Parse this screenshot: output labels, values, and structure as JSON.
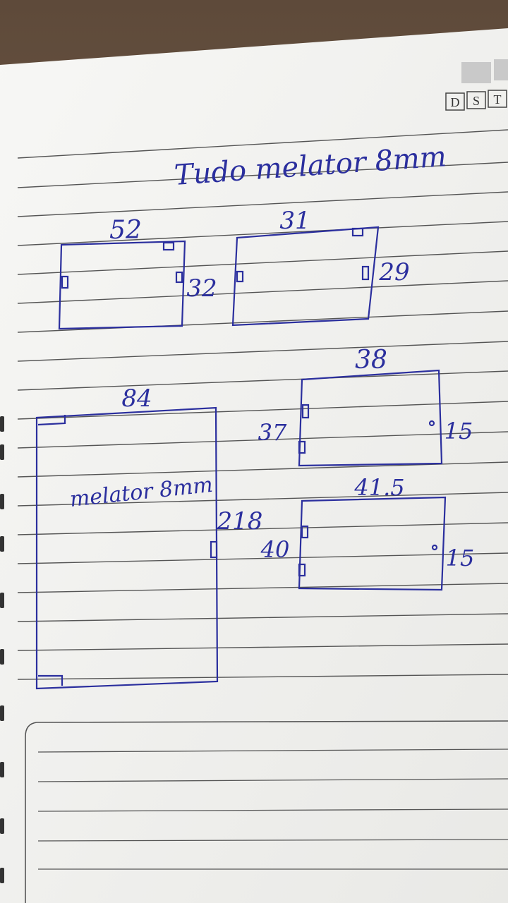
{
  "header_box": [
    "D",
    "S",
    "T"
  ],
  "title": "Tudo melator 8mm",
  "drawings": [
    {
      "width_label": "52",
      "height_label": "32"
    },
    {
      "width_label": "31",
      "height_label": "29"
    },
    {
      "width_label": "84",
      "height_label": "218",
      "inner_note": "melator 8mm"
    },
    {
      "width_label": "38",
      "left_label": "37",
      "height_label": "15"
    },
    {
      "width_label": "41.5",
      "left_label": "40",
      "height_label": "15"
    }
  ],
  "colors": {
    "ink": "#2b2f9e",
    "paper": "#f4f4f2",
    "rule": "#4a4a4a",
    "wood": "#6b5644"
  }
}
